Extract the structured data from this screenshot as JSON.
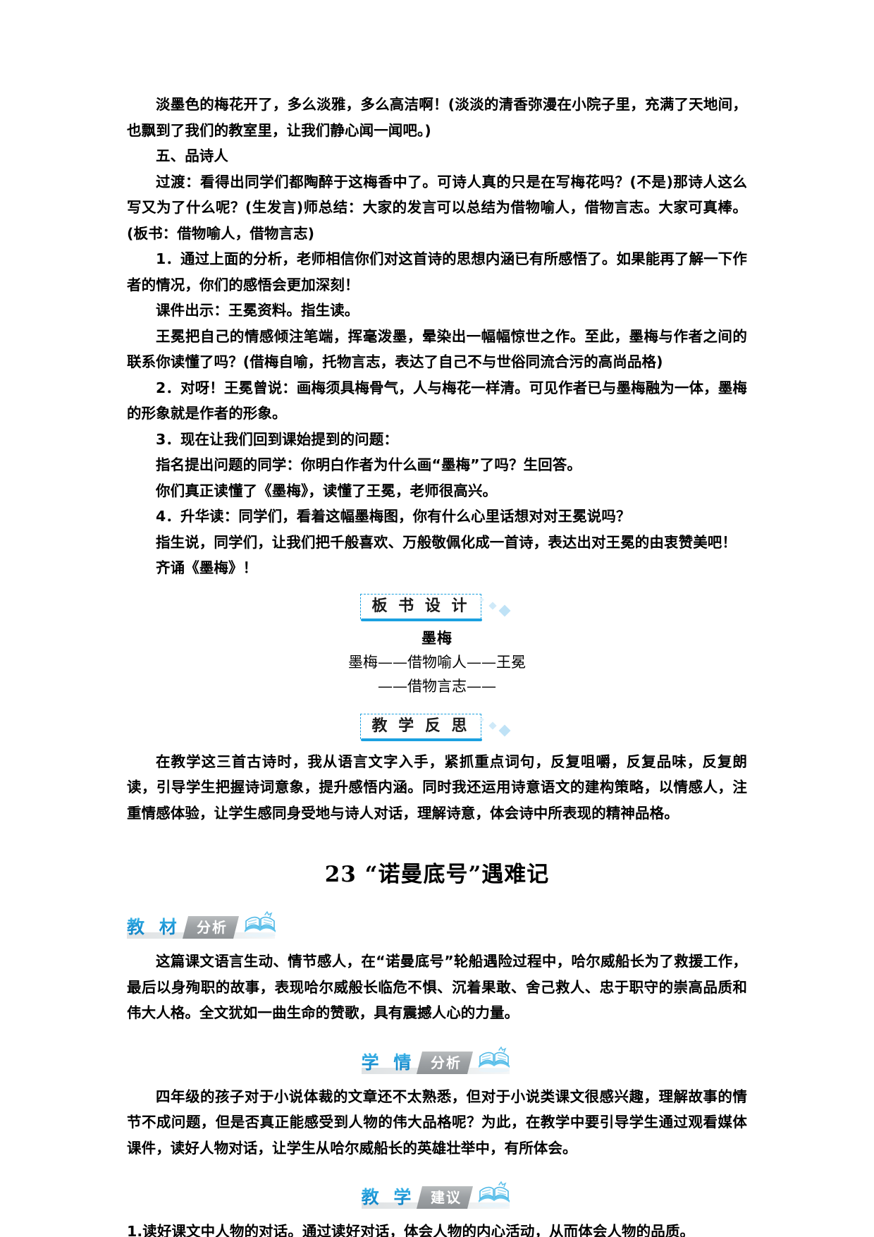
{
  "colors": {
    "accent_blue": "#1ba0e0",
    "badge_word_blue": "#1c95d6",
    "tag_gray": "#9ea2a5",
    "diamond_light": "#cfe9f8",
    "text_black": "#000000"
  },
  "top_section": {
    "paragraphs": [
      "淡墨色的梅花开了，多么淡雅，多么高洁啊！(淡淡的清香弥漫在小院子里，充满了天地间，也飘到了我们的教室里，让我们静心闻一闻吧。)",
      "五、品诗人",
      "过渡：看得出同学们都陶醉于这梅香中了。可诗人真的只是在写梅花吗？(不是)那诗人这么写又为了什么呢？(生发言)师总结：大家的发言可以总结为借物喻人，借物言志。大家可真棒。(板书：借物喻人，借物言志)",
      "1．通过上面的分析，老师相信你们对这首诗的思想内涵已有所感悟了。如果能再了解一下作者的情况，你们的感悟会更加深刻！",
      "课件出示：王冕资料。指生读。",
      "王冕把自己的情感倾注笔端，挥毫泼墨，晕染出一幅幅惊世之作。至此，墨梅与作者之间的联系你读懂了吗？(借梅自喻，托物言志，表达了自己不与世俗同流合污的高尚品格)",
      "2．对呀！王冕曾说：画梅须具梅骨气，人与梅花一样清。可见作者已与墨梅融为一体，墨梅的形象就是作者的形象。",
      "3．现在让我们回到课始提到的问题：",
      "指名提出问题的同学：你明白作者为什么画“墨梅”了吗？生回答。",
      "你们真正读懂了《墨梅》，读懂了王冕，老师很高兴。",
      "4．升华读：同学们，看着这幅墨梅图，你有什么心里话想对对王冕说吗？",
      "指生说，同学们，让我们把千般喜欢、万般敬佩化成一首诗，表达出对王冕的由衷赞美吧！",
      "齐诵《墨梅》！"
    ]
  },
  "board_design": {
    "badge_label": "板 书 设 计",
    "badge_icon": "diamond-decoration-icon",
    "lines": [
      "墨梅",
      "墨梅——借物喻人——王冕",
      "——借物言志——"
    ]
  },
  "teaching_reflection": {
    "badge_label": "教 学 反 思",
    "badge_icon": "diamond-decoration-icon",
    "paragraph": "在教学这三首古诗时，我从语言文字入手，紧抓重点词句，反复咀嚼，反复品味，反复朗读，引导学生把握诗词意象，提升感悟内涵。同时我还运用诗意语文的建构策略，以情感人，注重情感体验，让学生感同身受地与诗人对话，理解诗意，体会诗中所表现的精神品格。"
  },
  "chapter": {
    "number_title": "23 “诺曼底号”遇难记"
  },
  "sections": [
    {
      "id": "textbook-analysis",
      "badge_word": "教 材",
      "badge_tag": "分析",
      "badge_icon": "open-book-icon",
      "align": "left",
      "paragraph": "这篇课文语言生动、情节感人，在“诺曼底号”轮船遇险过程中，哈尔威船长为了救援工作，最后以身殉职的故事，表现哈尔威般长临危不惧、沉着果敢、舍己救人、忠于职守的崇高品质和伟大人格。全文犹如一曲生命的赞歌，具有震撼人心的力量。"
    },
    {
      "id": "student-analysis",
      "badge_word": "学 情",
      "badge_tag": "分析",
      "badge_icon": "open-book-icon",
      "align": "center",
      "paragraph": "四年级的孩子对于小说体裁的文章还不太熟悉，但对于小说类课文很感兴趣，理解故事的情节不成问题，但是否真正能感受到人物的伟大品格呢？为此，在教学中要引导学生通过观看媒体课件，读好人物对话，让学生从哈尔威船长的英雄壮举中，有所体会。"
    },
    {
      "id": "teaching-suggestion",
      "badge_word": "教 学",
      "badge_tag": "建议",
      "badge_icon": "open-book-icon",
      "align": "center",
      "paragraph": "1.读好课文中人物的对话。通过读好对话，体会人物的内心活动，从而体会人物的品质。"
    }
  ]
}
